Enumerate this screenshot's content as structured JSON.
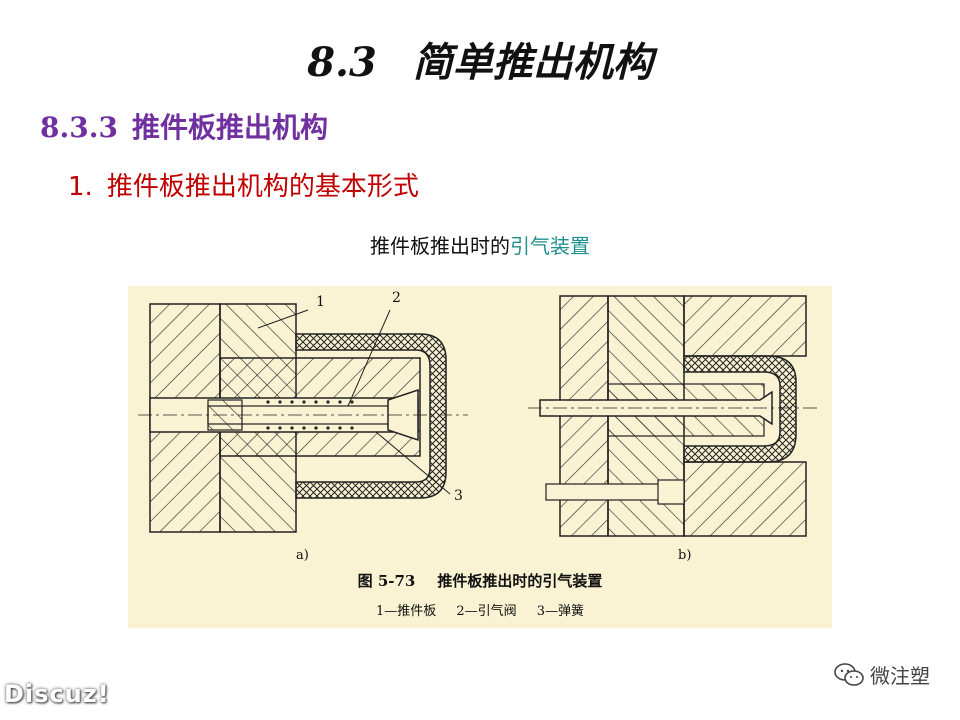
{
  "title": {
    "number": "8.3",
    "text": "简单推出机构"
  },
  "section": {
    "number": "8.3.3",
    "text": "推件板推出机构"
  },
  "subsection": {
    "number": "1.",
    "text": "推件板推出机构的基本形式"
  },
  "caption": {
    "prefix": "推件板推出时的",
    "highlight": "引气装置",
    "highlight_color": "#1f8f8f"
  },
  "figure": {
    "label_a": "a)",
    "label_b": "b)",
    "callouts": [
      "1",
      "2",
      "3"
    ],
    "caption_number": "图 5-73",
    "caption_text": "推件板推出时的引气装置",
    "legend": [
      "1—推件板",
      "2—引气阀",
      "3—弹簧"
    ],
    "background": "#f9f3d3"
  },
  "watermarks": {
    "left": "Discuz!",
    "right": "微注塑",
    "right_icon": "wechat-icon"
  }
}
